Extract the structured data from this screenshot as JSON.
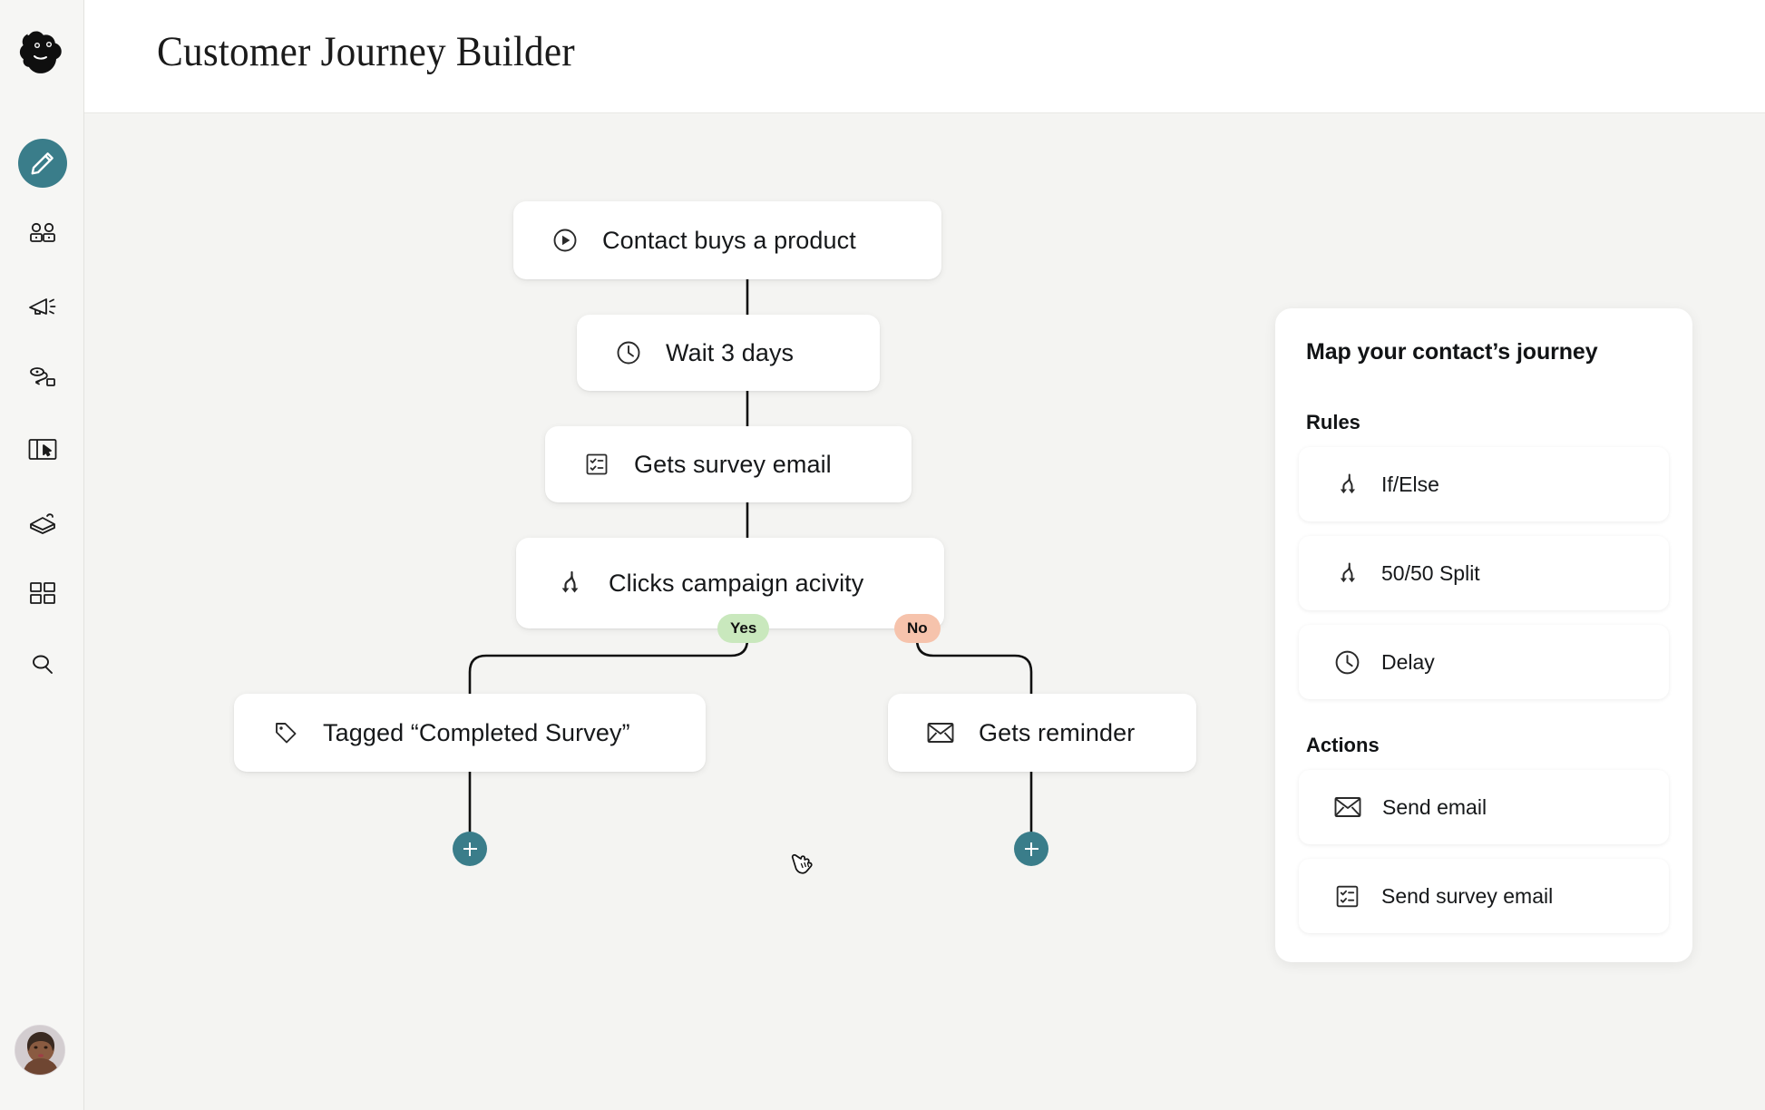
{
  "app": {
    "brand_icon": "mailchimp-monkey-logo",
    "accent_color": "#3a7d8a",
    "canvas_color": "#f4f4f2"
  },
  "header": {
    "title": "Customer Journey Builder"
  },
  "sidebar": {
    "items": [
      {
        "icon": "pencil-icon",
        "name": "create",
        "active": true
      },
      {
        "icon": "audience-icon",
        "name": "audience",
        "active": false
      },
      {
        "icon": "megaphone-icon",
        "name": "campaigns",
        "active": false
      },
      {
        "icon": "automation-flow-icon",
        "name": "automations",
        "active": false
      },
      {
        "icon": "landing-page-icon",
        "name": "website",
        "active": false
      },
      {
        "icon": "postcard-icon",
        "name": "postcards",
        "active": false
      },
      {
        "icon": "grid-apps-icon",
        "name": "integrations",
        "active": false
      },
      {
        "icon": "search-icon",
        "name": "search",
        "active": false
      }
    ],
    "avatar": {
      "icon": "user-avatar",
      "name": "account-avatar"
    }
  },
  "flow": {
    "nodes": [
      {
        "id": "trigger",
        "label": "Contact buys a product",
        "icon": "play-circle-icon"
      },
      {
        "id": "delay",
        "label": "Wait 3 days",
        "icon": "clock-icon"
      },
      {
        "id": "survey",
        "label": "Gets survey email",
        "icon": "survey-checklist-icon"
      },
      {
        "id": "split",
        "label": "Clicks campaign acivity",
        "icon": "branch-split-icon"
      },
      {
        "id": "tagged",
        "label": "Tagged “Completed Survey”",
        "icon": "tag-icon"
      },
      {
        "id": "reminder",
        "label": "Gets reminder",
        "icon": "envelope-icon"
      }
    ],
    "branch_badges": [
      {
        "id": "yes",
        "label": "Yes",
        "color": "#c9e8bd"
      },
      {
        "id": "no",
        "label": "No",
        "color": "#f6c3ac"
      }
    ],
    "add_buttons": [
      {
        "id": "add-after-tagged",
        "icon": "plus-icon"
      },
      {
        "id": "add-after-reminder",
        "icon": "plus-icon"
      }
    ],
    "cursor": {
      "icon": "hand-pointer-cursor"
    }
  },
  "panel": {
    "title": "Map your contact’s journey",
    "sections": [
      {
        "heading": "Rules",
        "items": [
          {
            "label": "If/Else",
            "icon": "branch-split-icon"
          },
          {
            "label": "50/50 Split",
            "icon": "branch-split-icon"
          },
          {
            "label": "Delay",
            "icon": "clock-icon"
          }
        ]
      },
      {
        "heading": "Actions",
        "items": [
          {
            "label": "Send email",
            "icon": "envelope-icon"
          },
          {
            "label": "Send survey email",
            "icon": "survey-checklist-icon"
          }
        ]
      }
    ]
  }
}
